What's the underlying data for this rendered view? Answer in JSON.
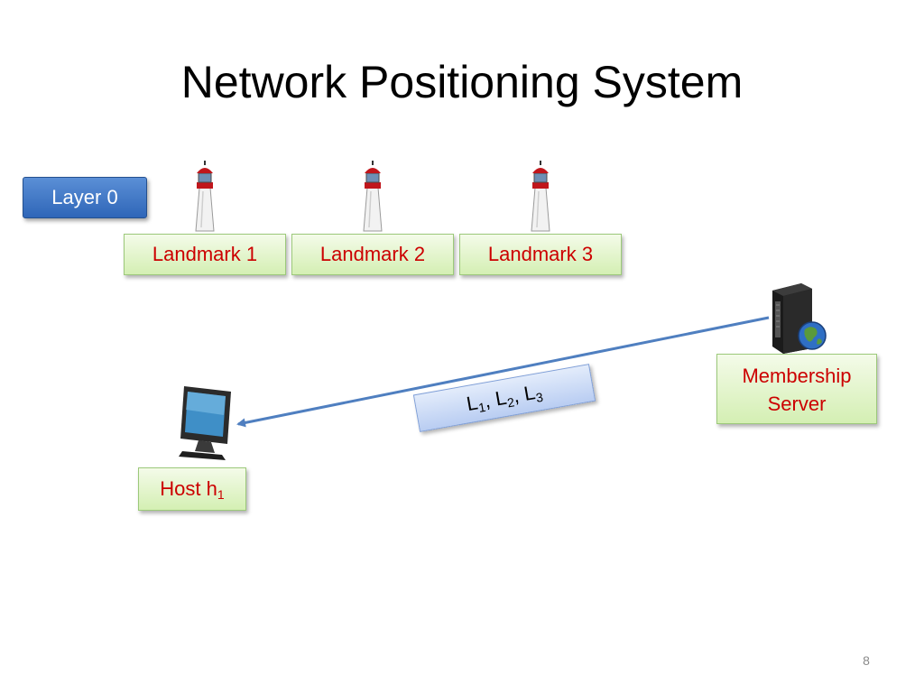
{
  "title": "Network Positioning System",
  "layer_label": "Layer 0",
  "landmarks": [
    {
      "label": "Landmark 1"
    },
    {
      "label": "Landmark 2"
    },
    {
      "label": "Landmark 3"
    }
  ],
  "server": {
    "line1": "Membership",
    "line2": "Server"
  },
  "host": {
    "label": "Host h",
    "subscript": "1"
  },
  "message": {
    "parts": [
      {
        "text": "L",
        "sub": "1",
        "sep": ", "
      },
      {
        "text": "L",
        "sub": "2",
        "sep": ", "
      },
      {
        "text": "L",
        "sub": "3",
        "sep": ""
      }
    ]
  },
  "page_number": "8",
  "colors": {
    "label_text": "#cc0000",
    "layer_fill": "#3a72c2",
    "arrow": "#4f7fc0",
    "green_fill": "#e4f5cf"
  },
  "icons": {
    "landmark": "lighthouse-icon",
    "server": "server-icon",
    "host": "computer-monitor-icon"
  }
}
